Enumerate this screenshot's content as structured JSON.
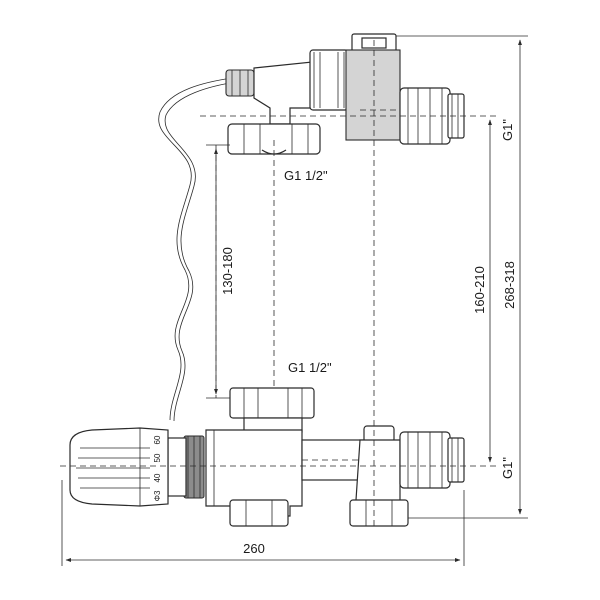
{
  "dimensions": {
    "width_total": "260",
    "height_outer": "268-318",
    "height_inner": "160-210",
    "height_left": "130-180"
  },
  "threads": {
    "top_side": "G1\"",
    "bottom_side": "G1\"",
    "top_center": "G1 1/2\"",
    "mid_center": "G1 1/2\""
  },
  "thermostat_scale": [
    "60",
    "50",
    "40",
    "Φ3"
  ]
}
